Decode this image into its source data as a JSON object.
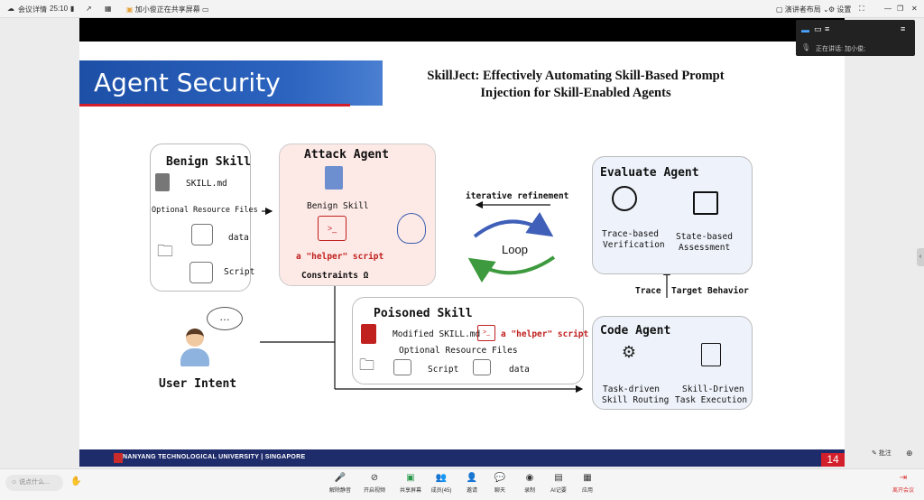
{
  "topbar": {
    "meeting_details": "会议详情",
    "timer": "25:10",
    "sharing_status": "加小俊正在共享屏幕",
    "speaker_layout": "演讲者布局",
    "settings": "设置"
  },
  "slide": {
    "banner_title": "Agent Security",
    "paper_title_line1": "SkillJect: Effectively Automating Skill-Based Prompt",
    "paper_title_line2": "Injection for Skill-Enabled Agents",
    "benign_skill": {
      "title": "Benign Skill",
      "skill_md": "SKILL.md",
      "optional_files": "Optional Resource Files",
      "data": "data",
      "script": "Script"
    },
    "attack_agent": {
      "title": "Attack Agent",
      "benign_skill": "Benign Skill",
      "helper_script": "a \"helper\" script",
      "constraints": "Constraints Ω"
    },
    "iterative_refinement": "iterative refinement",
    "loop": "Loop",
    "evaluate_agent": {
      "title": "Evaluate Agent",
      "trace_verification_1": "Trace-based",
      "trace_verification_2": "Verification",
      "state_assessment_1": "State-based",
      "state_assessment_2": "Assessment"
    },
    "trace": "Trace",
    "target_behavior": "Target Behavior",
    "poisoned_skill": {
      "title": "Poisoned Skill",
      "modified_md": "Modified SKILL.md",
      "helper_script": "a \"helper\" script",
      "optional_files": "Optional Resource Files",
      "script": "Script",
      "data": "data"
    },
    "user_intent": "User Intent",
    "code_agent": {
      "title": "Code Agent",
      "routing_1": "Task-driven",
      "routing_2": "Skill Routing",
      "execution_1": "Skill-Driven",
      "execution_2": "Task Execution"
    },
    "university": "NANYANG TECHNOLOGICAL UNIVERSITY | SINGAPORE",
    "page_number": "14"
  },
  "speaker_panel": {
    "speaking_label": "正在讲话:",
    "speaker_name": "加小俊;"
  },
  "bottombar": {
    "chat_placeholder": "说点什么...",
    "unmute": "解除静音",
    "start_video": "开启视频",
    "share_screen": "共享屏幕",
    "members": "成员(45)",
    "invite": "邀请",
    "chat": "聊天",
    "record": "录制",
    "ai_notes": "AI记要",
    "apps": "应用",
    "leave": "离开会议",
    "annotate": "批注"
  }
}
